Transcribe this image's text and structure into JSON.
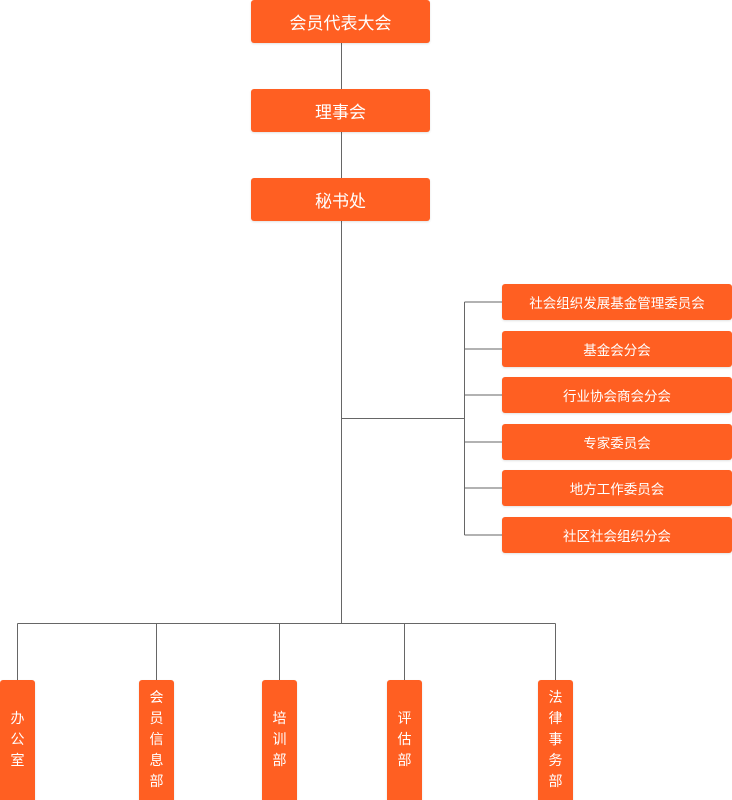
{
  "top_nodes": [
    {
      "id": "members-congress",
      "label": "会员代表大会"
    },
    {
      "id": "council",
      "label": "理事会"
    },
    {
      "id": "secretariat",
      "label": "秘书处"
    }
  ],
  "committees": [
    {
      "id": "fund-management",
      "label": "社会组织发展基金管理委员会"
    },
    {
      "id": "foundation-branch",
      "label": "基金会分会"
    },
    {
      "id": "industry-association-branch",
      "label": "行业协会商会分会"
    },
    {
      "id": "expert-committee",
      "label": "专家委员会"
    },
    {
      "id": "local-work-committee",
      "label": "地方工作委员会"
    },
    {
      "id": "community-org-branch",
      "label": "社区社会组织分会"
    }
  ],
  "departments": [
    {
      "id": "office",
      "label": "办公室"
    },
    {
      "id": "member-info",
      "label": "会员信息部"
    },
    {
      "id": "training",
      "label": "培训部"
    },
    {
      "id": "evaluation",
      "label": "评估部"
    },
    {
      "id": "legal-affairs",
      "label": "法律事务部"
    }
  ]
}
